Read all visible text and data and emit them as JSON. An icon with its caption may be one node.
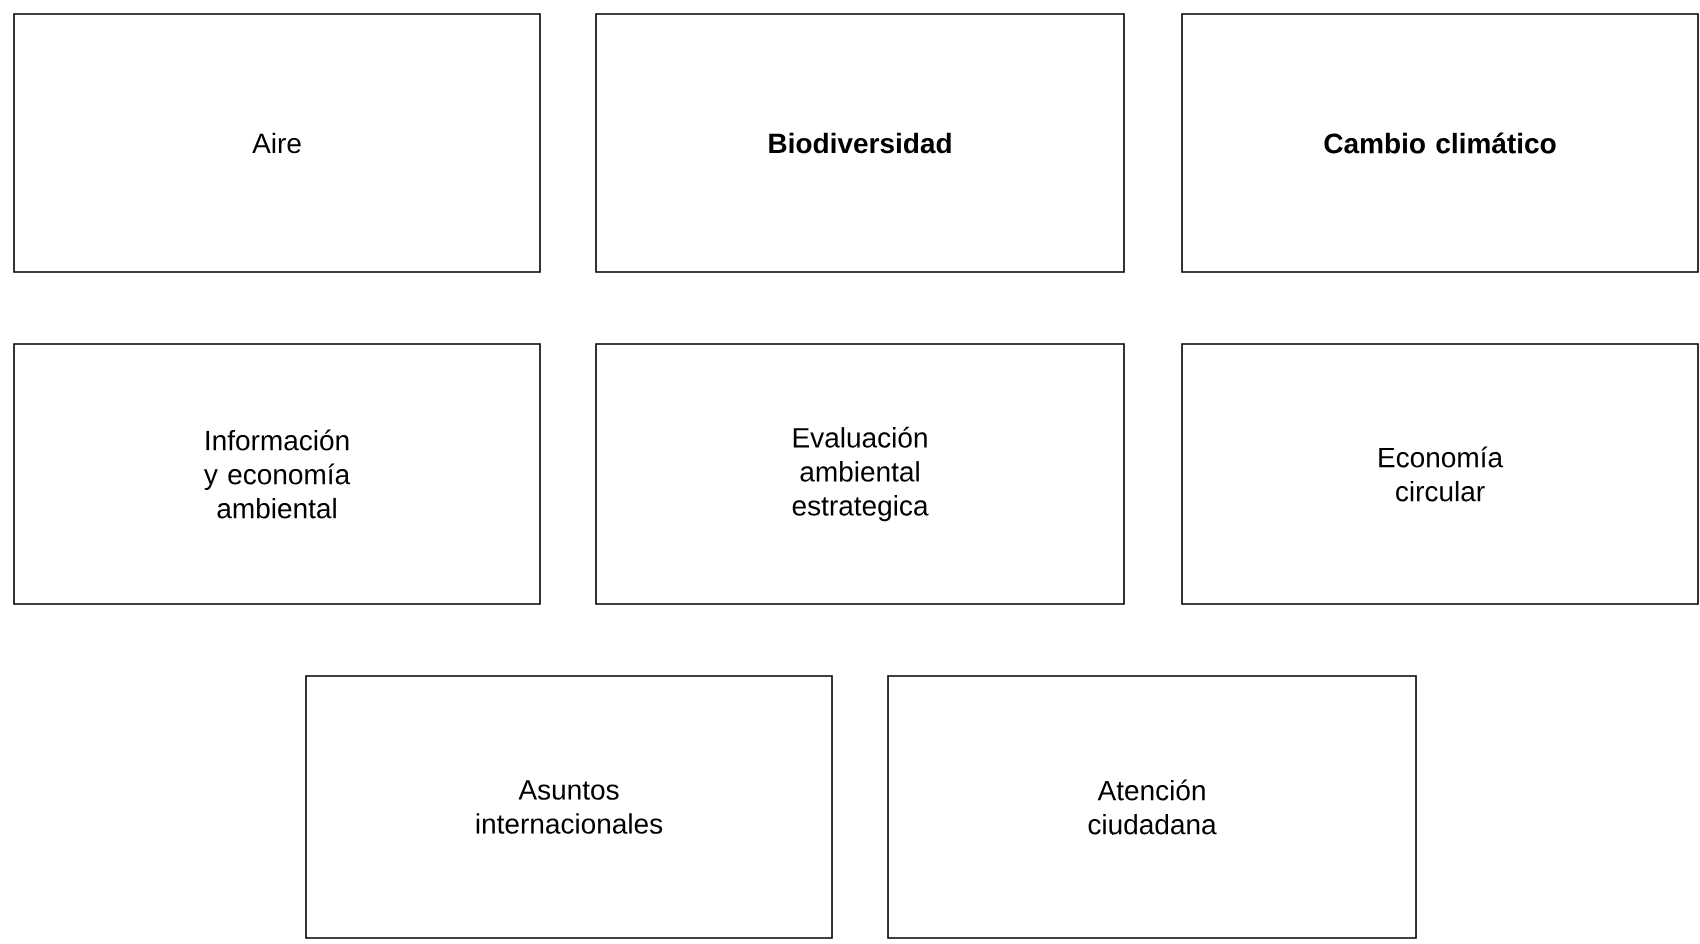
{
  "diagram": {
    "nodes": [
      {
        "text": [
          "Aire"
        ]
      },
      {
        "text": [
          "Biodiversidad"
        ]
      },
      {
        "text": [
          "Cambio climático"
        ]
      },
      {
        "text": [
          "Información y economía ambiental"
        ]
      },
      {
        "text": [
          "Evaluación ambiental estrategica"
        ]
      },
      {
        "text": [
          "Economía circular"
        ]
      },
      {
        "text": [
          "Asuntos internacionales"
        ]
      },
      {
        "text": [
          "Atención ciudadana"
        ]
      }
    ]
  }
}
